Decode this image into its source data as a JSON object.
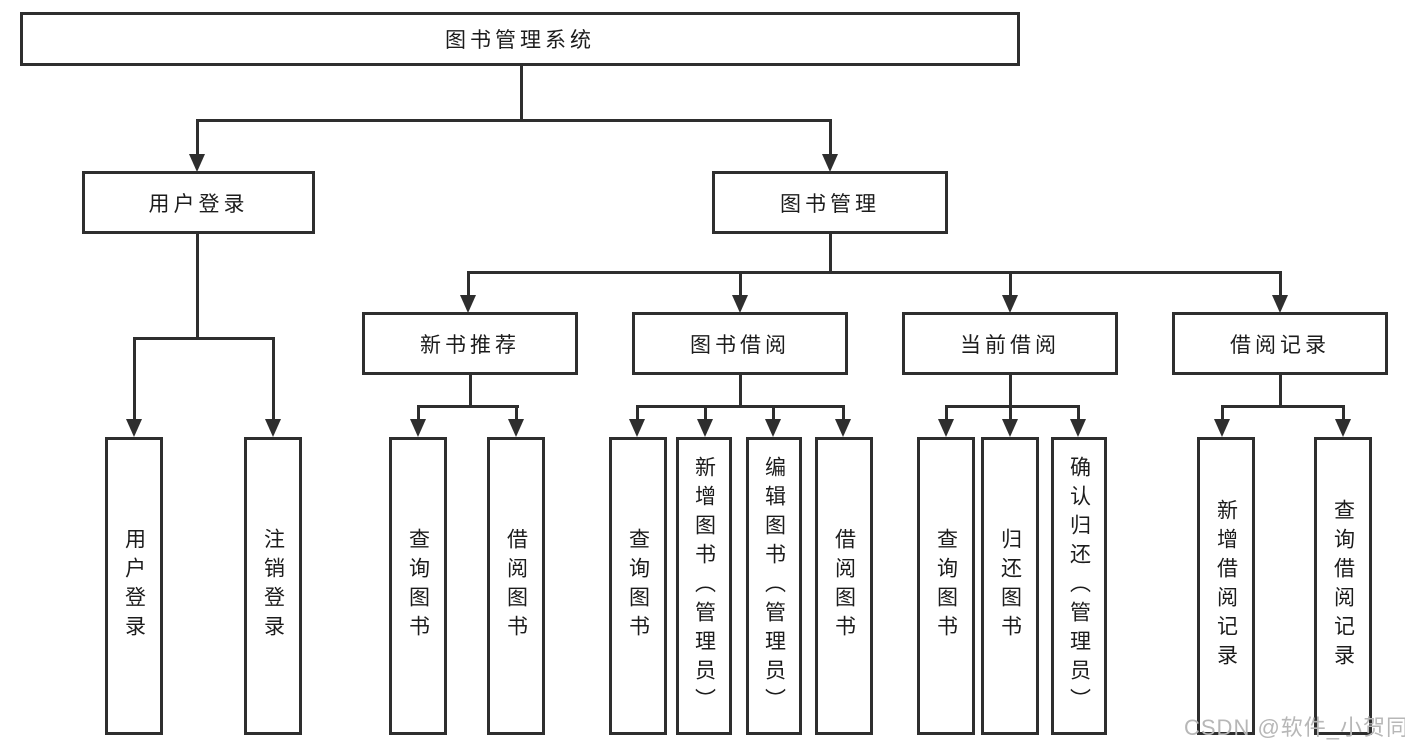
{
  "diagram_title": "图书管理系统",
  "nodes": {
    "root": {
      "label": "图书管理系统"
    },
    "user_login": {
      "label": "用户登录"
    },
    "book_mgmt": {
      "label": "图书管理"
    },
    "new_book_rec": {
      "label": "新书推荐"
    },
    "book_borrow": {
      "label": "图书借阅"
    },
    "current_borrow": {
      "label": "当前借阅"
    },
    "borrow_records": {
      "label": "借阅记录"
    },
    "leaf_user_login": {
      "label": "用户登录"
    },
    "leaf_logout": {
      "label": "注销登录"
    },
    "leaf_query_book_rec": {
      "label": "查询图书"
    },
    "leaf_borrow_book_rec": {
      "label": "借阅图书"
    },
    "leaf_query_book_borrow": {
      "label": "查询图书"
    },
    "leaf_add_book_admin": {
      "label": "新增图书（管理员）"
    },
    "leaf_edit_book_admin": {
      "label": "编辑图书（管理员）"
    },
    "leaf_borrow_book_borrow": {
      "label": "借阅图书"
    },
    "leaf_query_book_current": {
      "label": "查询图书"
    },
    "leaf_return_book": {
      "label": "归还图书"
    },
    "leaf_confirm_return_admin": {
      "label": "确认归还（管理员）"
    },
    "leaf_add_borrow_record": {
      "label": "新增借阅记录"
    },
    "leaf_query_borrow_record": {
      "label": "查询借阅记录"
    }
  },
  "hierarchy": {
    "图书管理系统": {
      "用户登录": [
        "用户登录",
        "注销登录"
      ],
      "图书管理": {
        "新书推荐": [
          "查询图书",
          "借阅图书"
        ],
        "图书借阅": [
          "查询图书",
          "新增图书（管理员）",
          "编辑图书（管理员）",
          "借阅图书"
        ],
        "当前借阅": [
          "查询图书",
          "归还图书",
          "确认归还（管理员）"
        ],
        "借阅记录": [
          "新增借阅记录",
          "查询借阅记录"
        ]
      }
    }
  },
  "watermark": "CSDN @软件_小贺同学",
  "colors": {
    "line": "#2e2e2e",
    "box_background": "#ffffff",
    "text": "#1c1c1c",
    "watermark": "#b7b7b7"
  }
}
